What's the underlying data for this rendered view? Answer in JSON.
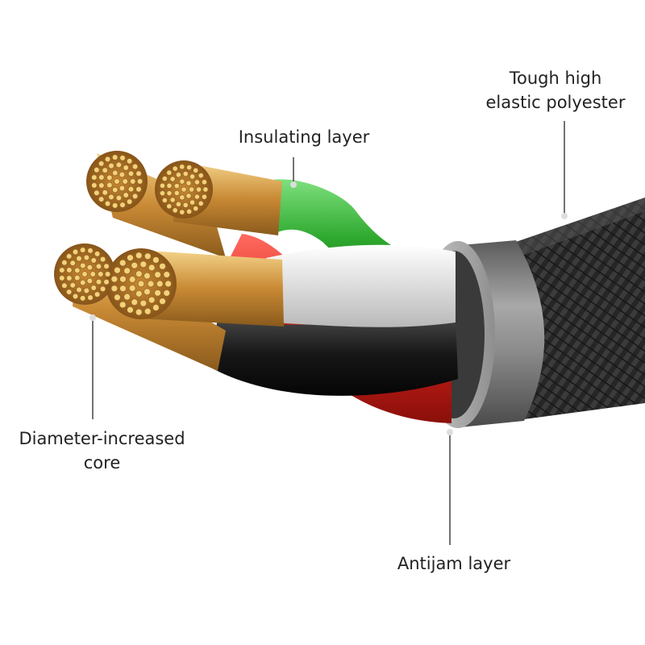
{
  "diagram": {
    "labels": {
      "insulating": "Insulating layer",
      "tough_line1": "Tough high",
      "tough_line2": "elastic polyester",
      "diameter_line1": "Diameter-increased",
      "diameter_line2": "core",
      "antijam": "Antijam layer"
    },
    "colors": {
      "copper": "#c98a35",
      "copper_light": "#f2d27a",
      "green_insulation": "#2ea82e",
      "red_insulation": "#d8231c",
      "white_insulation": "#e8e8e8",
      "black_insulation": "#1a1a1a",
      "antijam_ring": "#7a7a7a",
      "braid": "#2a2a2a",
      "leader_line": "#444444"
    }
  }
}
